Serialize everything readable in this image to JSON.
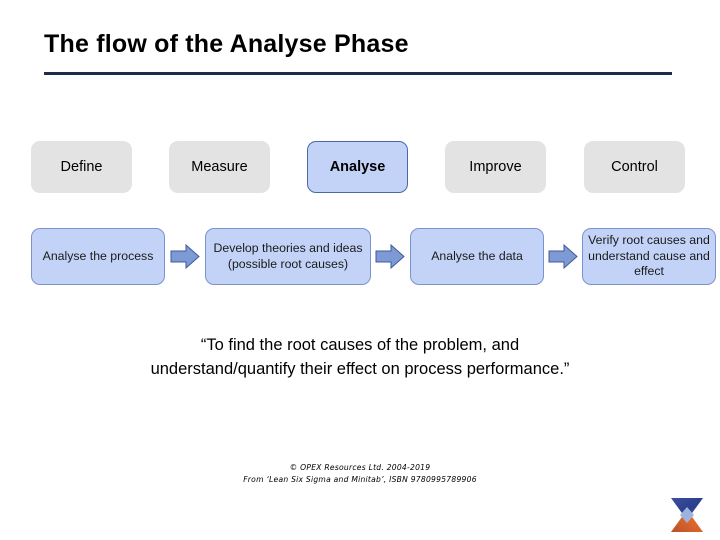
{
  "slide": {
    "title": "The flow of the Analyse Phase",
    "accent_rule_color": "#1f2b4d"
  },
  "phases": {
    "active_label": "Analyse",
    "active_bg": "#c3d3f7",
    "inactive_bg": "#e3e3e3",
    "items": [
      {
        "label": "Define"
      },
      {
        "label": "Measure"
      },
      {
        "label": "Analyse"
      },
      {
        "label": "Improve"
      },
      {
        "label": "Control"
      }
    ]
  },
  "flow": {
    "box_bg": "#c3d3f7",
    "box_border": "#7b93cc",
    "arrow_color": "#5d7fc4",
    "steps": [
      {
        "label": "Analyse the process"
      },
      {
        "label": "Develop theories and ideas (possible root causes)"
      },
      {
        "label": "Analyse the data"
      },
      {
        "label": "Verify root causes and understand cause and effect"
      }
    ],
    "arrows": [
      {
        "name": "arrow-1"
      },
      {
        "name": "arrow-2"
      },
      {
        "name": "arrow-3"
      }
    ]
  },
  "quote": {
    "line1": "“To find the root causes of the problem, and",
    "line2": "understand/quantify their effect on process performance.”"
  },
  "footer": {
    "line1": "© OPEX Resources Ltd. 2004-2019",
    "line2": "From ‘Lean Six Sigma and Minitab’, ISBN 9780995789906"
  },
  "logo": {
    "name": "opex-hourglass-logo",
    "top_color_start": "#2b3f8c",
    "top_color_end": "#5b79c4",
    "bottom_color_start": "#e2732b",
    "bottom_color_end": "#b9502a",
    "inner_color": "#8ea6d8"
  }
}
